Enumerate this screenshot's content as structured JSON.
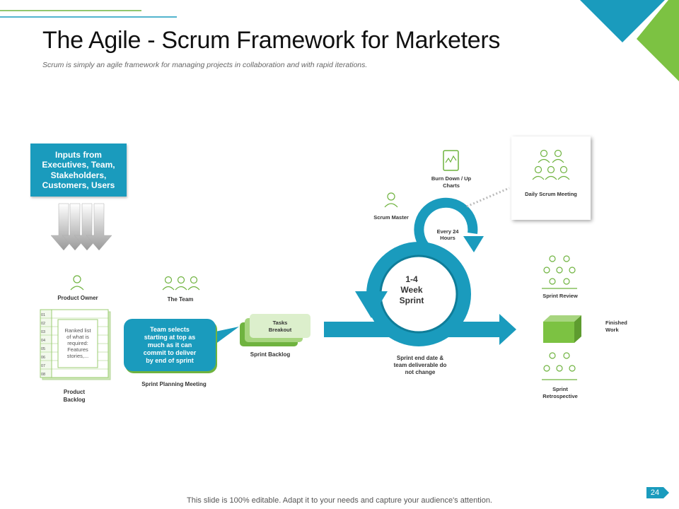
{
  "slide": {
    "title": "The Agile - Scrum Framework for Marketers",
    "subtitle": "Scrum is simply an agile framework for managing projects in collaboration and with rapid iterations.",
    "footer": "This slide is 100% editable. Adapt it to your needs and capture your audience's attention.",
    "page_number": "24"
  },
  "colors": {
    "blue": "#1a9bbd",
    "green": "#6fb33f",
    "light_green": "#cfe8b8"
  },
  "inputs": {
    "line1": "Inputs from",
    "line2": "Executives, Team,",
    "line3": "Stakeholders,",
    "line4": "Customers, Users"
  },
  "product_owner": {
    "label": "Product Owner",
    "icon": "person-icon"
  },
  "the_team": {
    "label": "The Team",
    "icon": "group-icon"
  },
  "product_backlog": {
    "row_numbers": [
      "01",
      "02",
      "03",
      "04",
      "05",
      "06",
      "07",
      "08"
    ],
    "text_line1": "Ranked list",
    "text_line2": "of what is",
    "text_line3": "required:",
    "text_line4": "Features",
    "text_line5": "stories,...",
    "label_line1": "Product",
    "label_line2": "Backlog"
  },
  "team_selects": {
    "line1": "Team selects",
    "line2": "starting at top as",
    "line3": "much as it can",
    "line4": "commit to deliver",
    "line5": "by end of sprint"
  },
  "sprint_planning": {
    "label": "Sprint Planning Meeting"
  },
  "sprint_backlog": {
    "card_line1": "Tasks",
    "card_line2": "Breakout",
    "label": "Sprint Backlog"
  },
  "sprint": {
    "line1": "1-4",
    "line2": "Week",
    "line3": "Sprint"
  },
  "daily": {
    "line1": "Every 24",
    "line2": "Hours"
  },
  "scrum_master": {
    "label": "Scrum Master"
  },
  "burn_down": {
    "line1": "Burn Down / Up",
    "line2": "Charts"
  },
  "daily_scrum": {
    "label": "Daily Scrum Meeting"
  },
  "sprint_end": {
    "line1": "Sprint end date &",
    "line2": "team deliverable do",
    "line3": "not change"
  },
  "sprint_review": {
    "label": "Sprint Review"
  },
  "finished": {
    "line1": "Finished",
    "line2": "Work"
  },
  "retrospective": {
    "line1": "Sprint",
    "line2": "Retrospective"
  }
}
